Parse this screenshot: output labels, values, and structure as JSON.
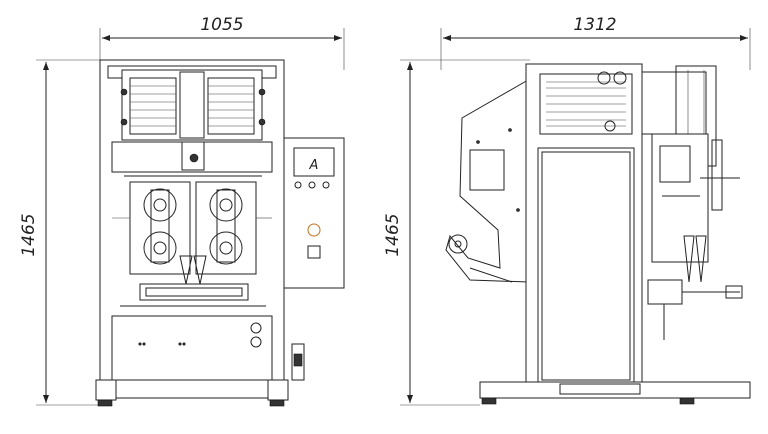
{
  "front_view": {
    "width_dimension": "1055",
    "height_dimension": "1465",
    "panel_letter": "A"
  },
  "side_view": {
    "width_dimension": "1312",
    "height_dimension": "1465"
  },
  "colors": {
    "line": "#222222",
    "background": "#ffffff"
  }
}
